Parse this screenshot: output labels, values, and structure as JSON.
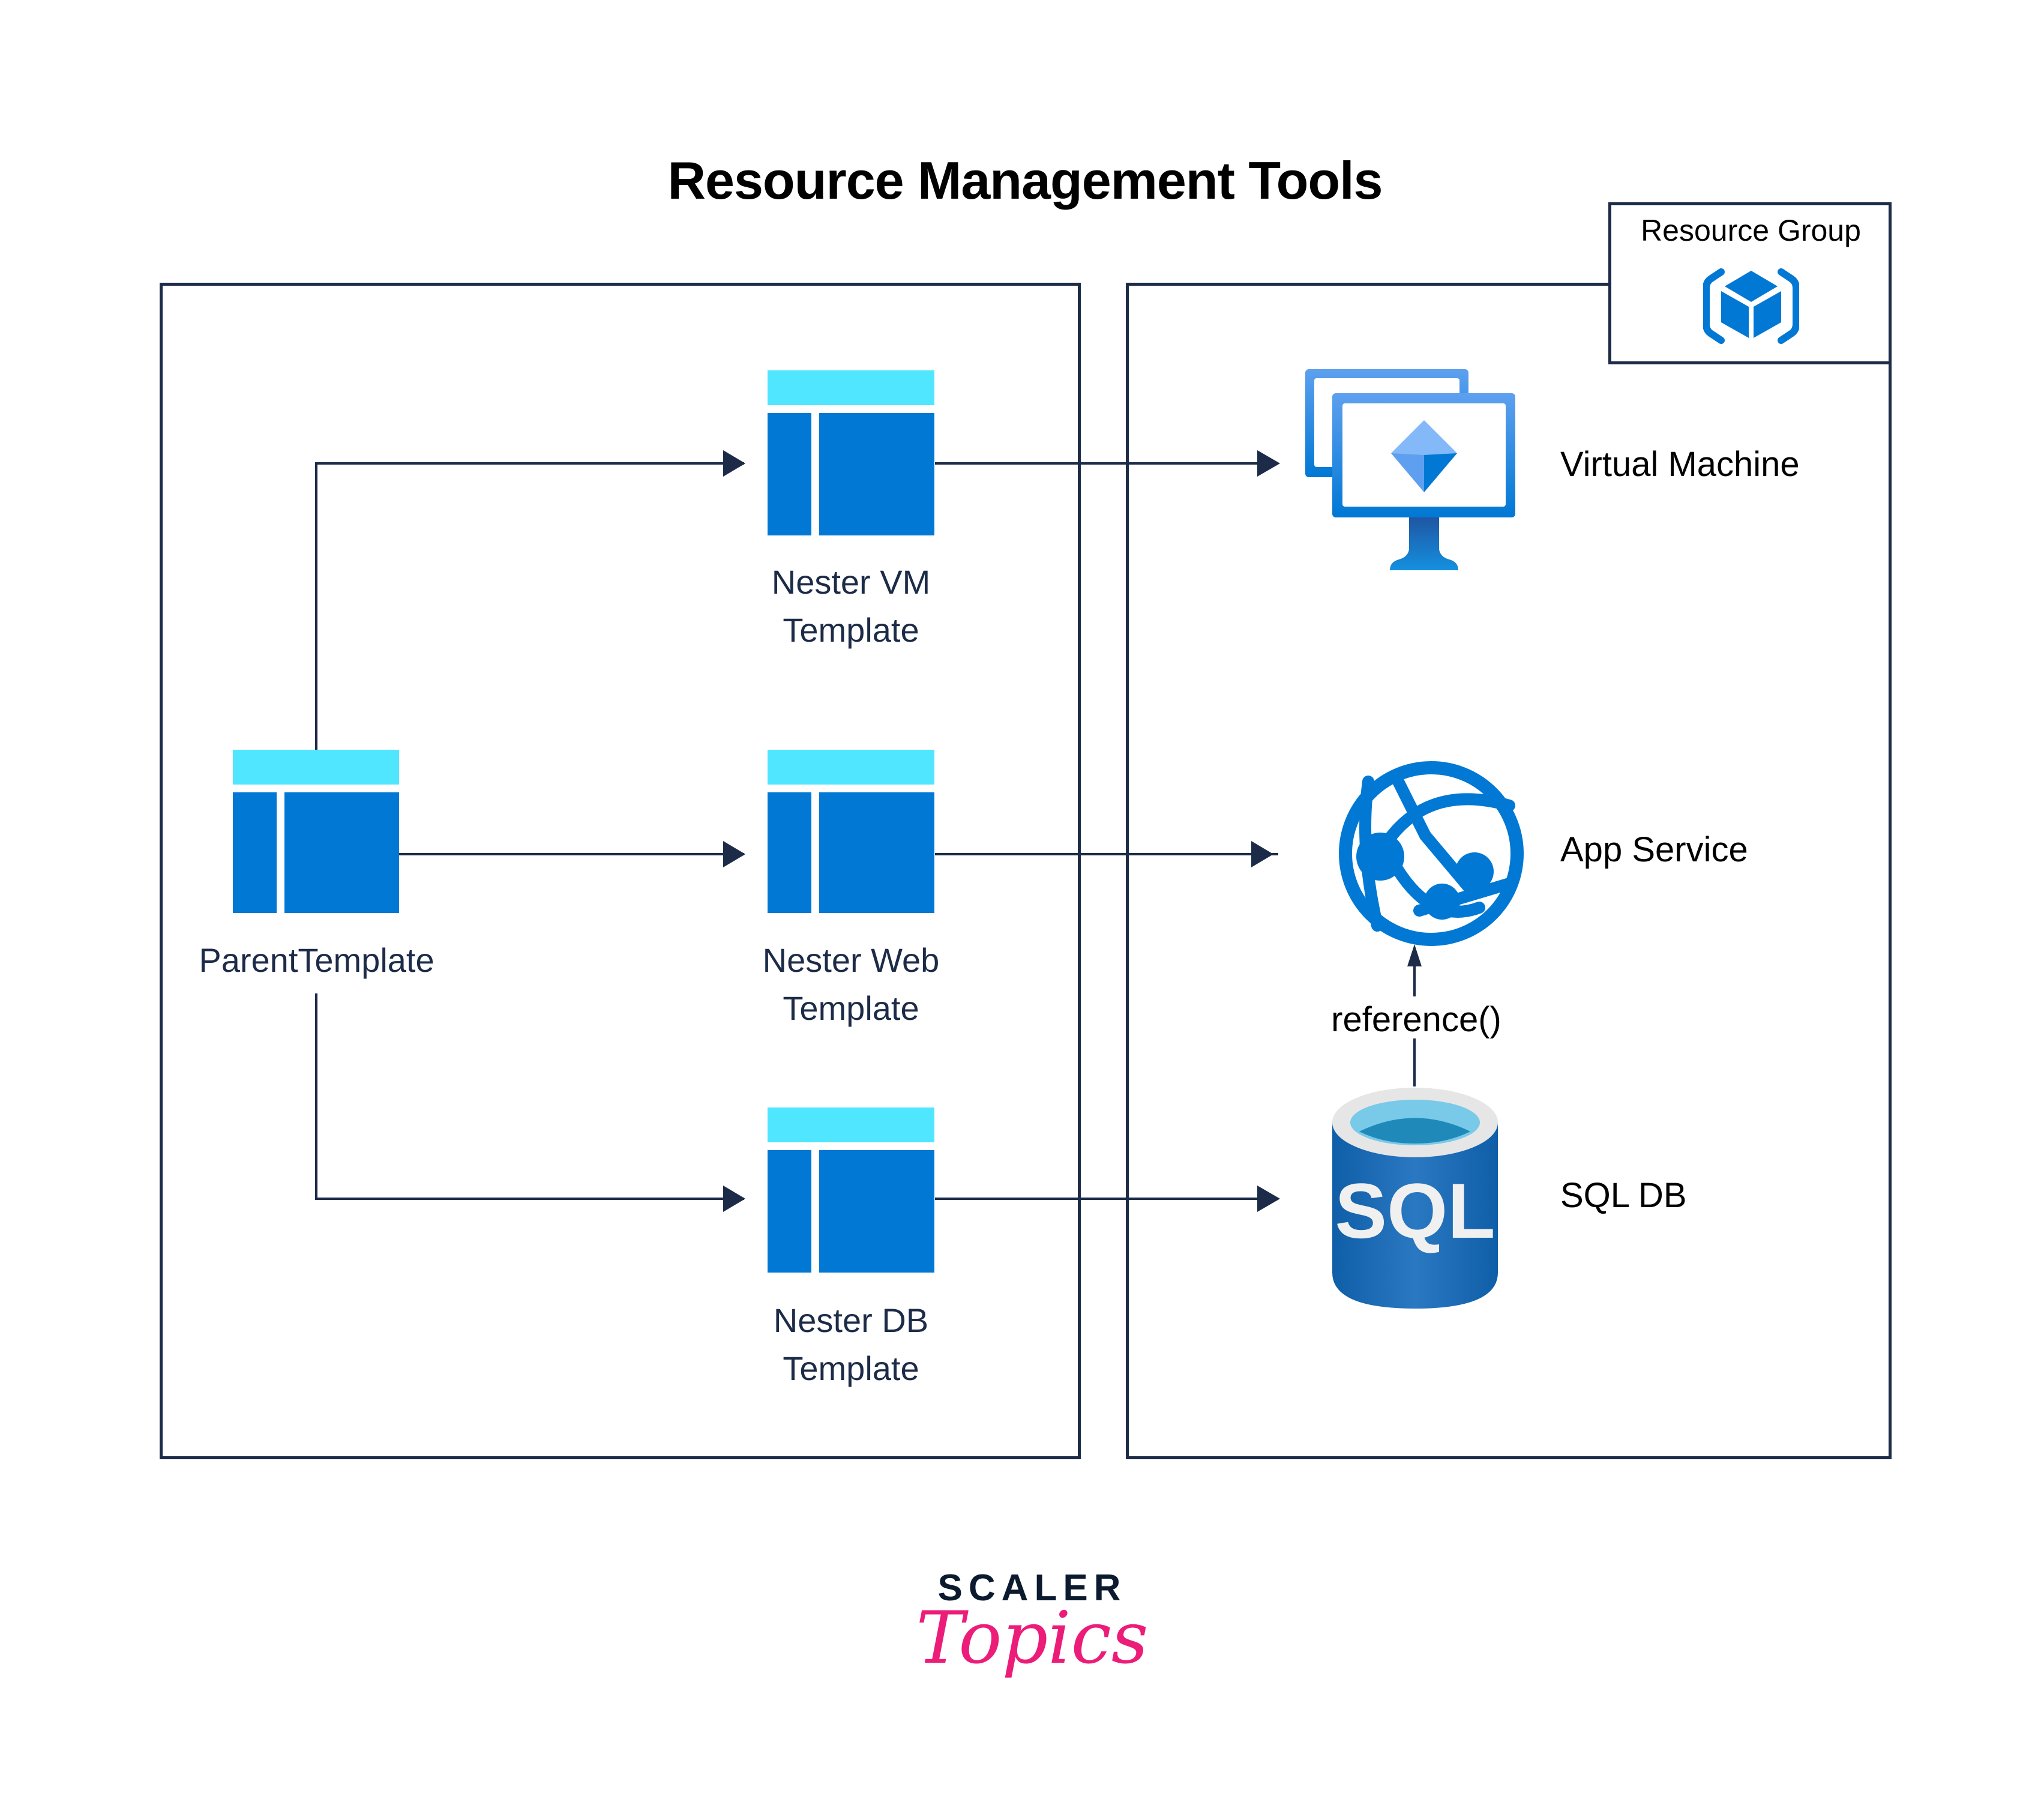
{
  "title": "Resource Management Tools",
  "colors": {
    "line": "#1c2b47",
    "template_header": "#50e6ff",
    "template_body": "#0078d4",
    "azure_blue": "#0078d4",
    "brand_pink": "#ec1c79",
    "brand_dark": "#0b1a2e"
  },
  "templates": {
    "parent": {
      "label": "ParentTemplate"
    },
    "vm": {
      "label_line1": "Nester VM",
      "label_line2": "Template"
    },
    "web": {
      "label_line1": "Nester Web",
      "label_line2": "Template"
    },
    "db": {
      "label_line1": "Nester DB",
      "label_line2": "Template"
    }
  },
  "resource_group": {
    "label": "Resource Group",
    "icon": "resource-group-icon"
  },
  "resources": {
    "vm": {
      "label": "Virtual Machine",
      "icon": "virtual-machine-icon"
    },
    "app": {
      "label": "App Service",
      "icon": "app-service-icon"
    },
    "sql": {
      "label": "SQL DB",
      "icon": "sql-database-icon",
      "icon_text": "SQL"
    }
  },
  "edges": [
    {
      "from": "ParentTemplate",
      "to": "Nester VM Template"
    },
    {
      "from": "ParentTemplate",
      "to": "Nester Web Template"
    },
    {
      "from": "ParentTemplate",
      "to": "Nester DB Template"
    },
    {
      "from": "Nester VM Template",
      "to": "Virtual Machine"
    },
    {
      "from": "Nester Web Template",
      "to": "App Service"
    },
    {
      "from": "Nester DB Template",
      "to": "SQL DB"
    },
    {
      "from": "SQL DB",
      "to": "App Service",
      "label": "reference()"
    }
  ],
  "reference_label": "reference()",
  "logo": {
    "line1": "SCALER",
    "line2": "Topics"
  }
}
